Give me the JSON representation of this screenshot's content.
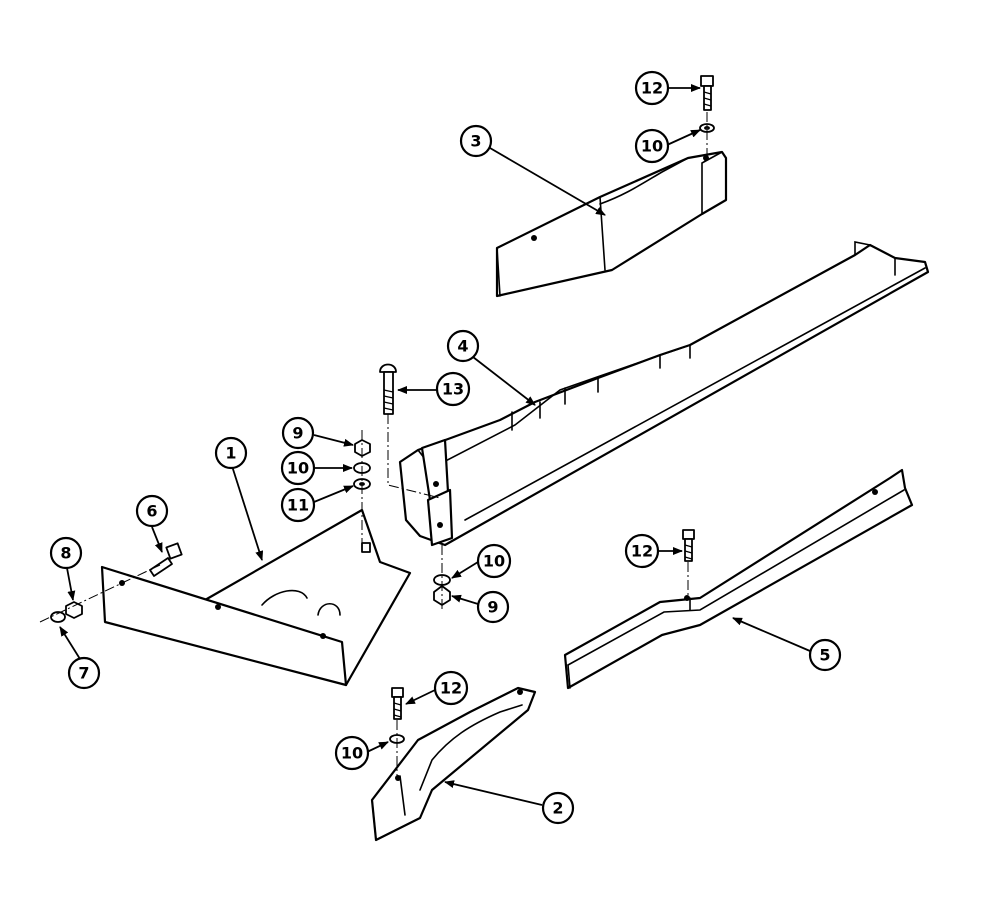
{
  "callouts": {
    "c1": "1",
    "c2": "2",
    "c3": "3",
    "c4": "4",
    "c5": "5",
    "c6": "6",
    "c7": "7",
    "c8": "8",
    "c9a": "9",
    "c9b": "9",
    "c10a": "10",
    "c10b": "10",
    "c10c": "10",
    "c10d": "10",
    "c11": "11",
    "c12a": "12",
    "c12b": "12",
    "c12c": "12",
    "c13": "13"
  }
}
